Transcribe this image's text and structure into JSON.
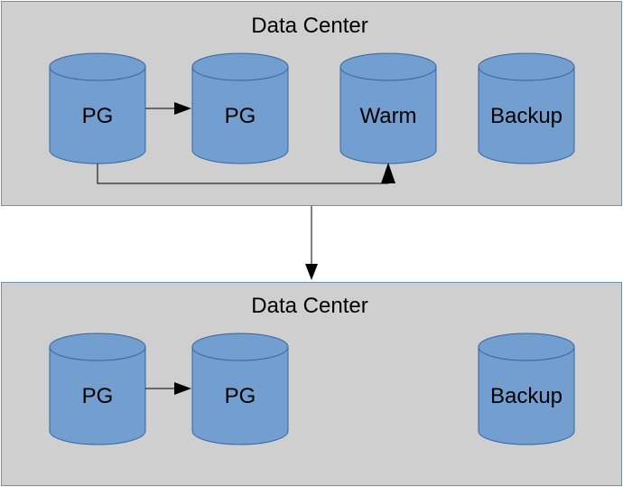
{
  "diagram": {
    "data_centers": [
      {
        "title": "Data Center",
        "databases": [
          {
            "id": "dc1-pg-primary",
            "label": "PG"
          },
          {
            "id": "dc1-pg-replica",
            "label": "PG"
          },
          {
            "id": "dc1-warm",
            "label": "Warm"
          },
          {
            "id": "dc1-backup",
            "label": "Backup"
          }
        ]
      },
      {
        "title": "Data Center",
        "databases": [
          {
            "id": "dc2-pg-primary",
            "label": "PG"
          },
          {
            "id": "dc2-pg-replica",
            "label": "PG"
          },
          {
            "id": "dc2-backup",
            "label": "Backup"
          }
        ]
      }
    ],
    "connections": [
      {
        "from": "dc1-pg-primary",
        "to": "dc1-pg-replica"
      },
      {
        "from": "dc1-pg-primary",
        "to": "dc1-warm"
      },
      {
        "from": "data-center-1",
        "to": "data-center-2"
      },
      {
        "from": "dc2-pg-primary",
        "to": "dc2-pg-replica"
      }
    ],
    "colors": {
      "container_fill": "#d0cfcf",
      "container_border": "#6f8fb8",
      "cylinder_fill": "#729fcf",
      "cylinder_stroke": "#3465a4",
      "connector": "#000000"
    }
  }
}
